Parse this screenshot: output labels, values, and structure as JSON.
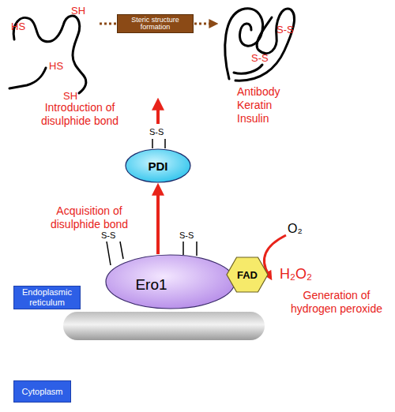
{
  "diagram": {
    "nodes": [
      {
        "text": [
          "Steric structure formation"
        ]
      },
      {
        "text": [
          "PDI"
        ]
      },
      {
        "text": [
          "Ero1"
        ]
      },
      {
        "text": [
          "FAD"
        ]
      },
      {
        "text": [
          "Endoplasmic reticulum"
        ]
      },
      {
        "text": [
          "Cytoplasm"
        ]
      }
    ],
    "edges": [
      {
        "from": 2,
        "to": 1,
        "arrow": "to",
        "label": "Acquisition of disulphide bond"
      }
    ],
    "labels": [
      "HS",
      "SH",
      "HS",
      "SH",
      "S-S",
      "S-S",
      "Antibody",
      "Keratin",
      "Insulin",
      "Introduction of disulphide bond",
      "S-S",
      "S-S",
      "S-S",
      "O₂",
      "H₂O₂",
      "Generation of hydrogen peroxide"
    ]
  }
}
